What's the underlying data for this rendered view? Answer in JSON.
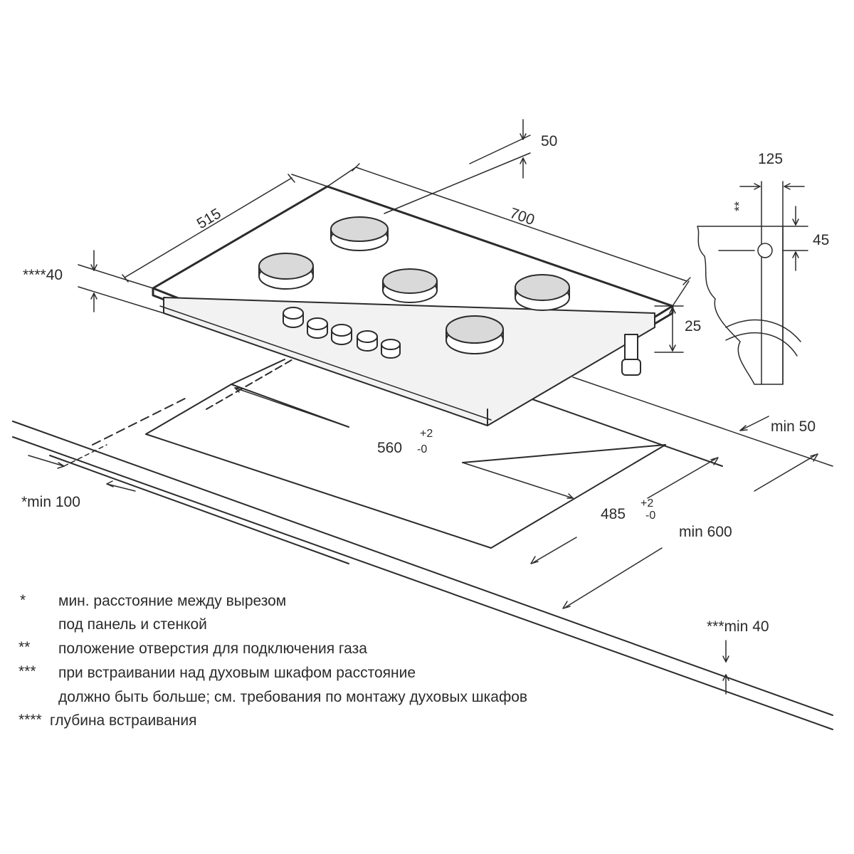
{
  "dimensions": {
    "d50": "50",
    "d125": "125",
    "d515": "515",
    "d700": "700",
    "mark_gas": "**",
    "d45": "45",
    "d40": "****40",
    "d25": "25",
    "min50": "min 50",
    "d560": "560",
    "tol_plus": "+2",
    "tol_minus": "-0",
    "min100": "*min 100",
    "d485": "485",
    "min600": "min 600",
    "min40": "***min 40"
  },
  "notes": [
    {
      "marker": "*",
      "lines": [
        "мин. расстояние между вырезом",
        "под панель и стенкой"
      ]
    },
    {
      "marker": "**",
      "lines": [
        "положение отверстия для подключения газа"
      ]
    },
    {
      "marker": "***",
      "lines": [
        "при встраивании над духовым шкафом расстояние",
        "должно быть больше; см. требования по монтажу духовых шкафов"
      ]
    },
    {
      "marker": "****",
      "lines": [
        "глубина встраивания"
      ]
    }
  ],
  "colors": {
    "line": "#2b2b2b",
    "burner": "#d9d9d9",
    "panel": "#ffffff"
  }
}
